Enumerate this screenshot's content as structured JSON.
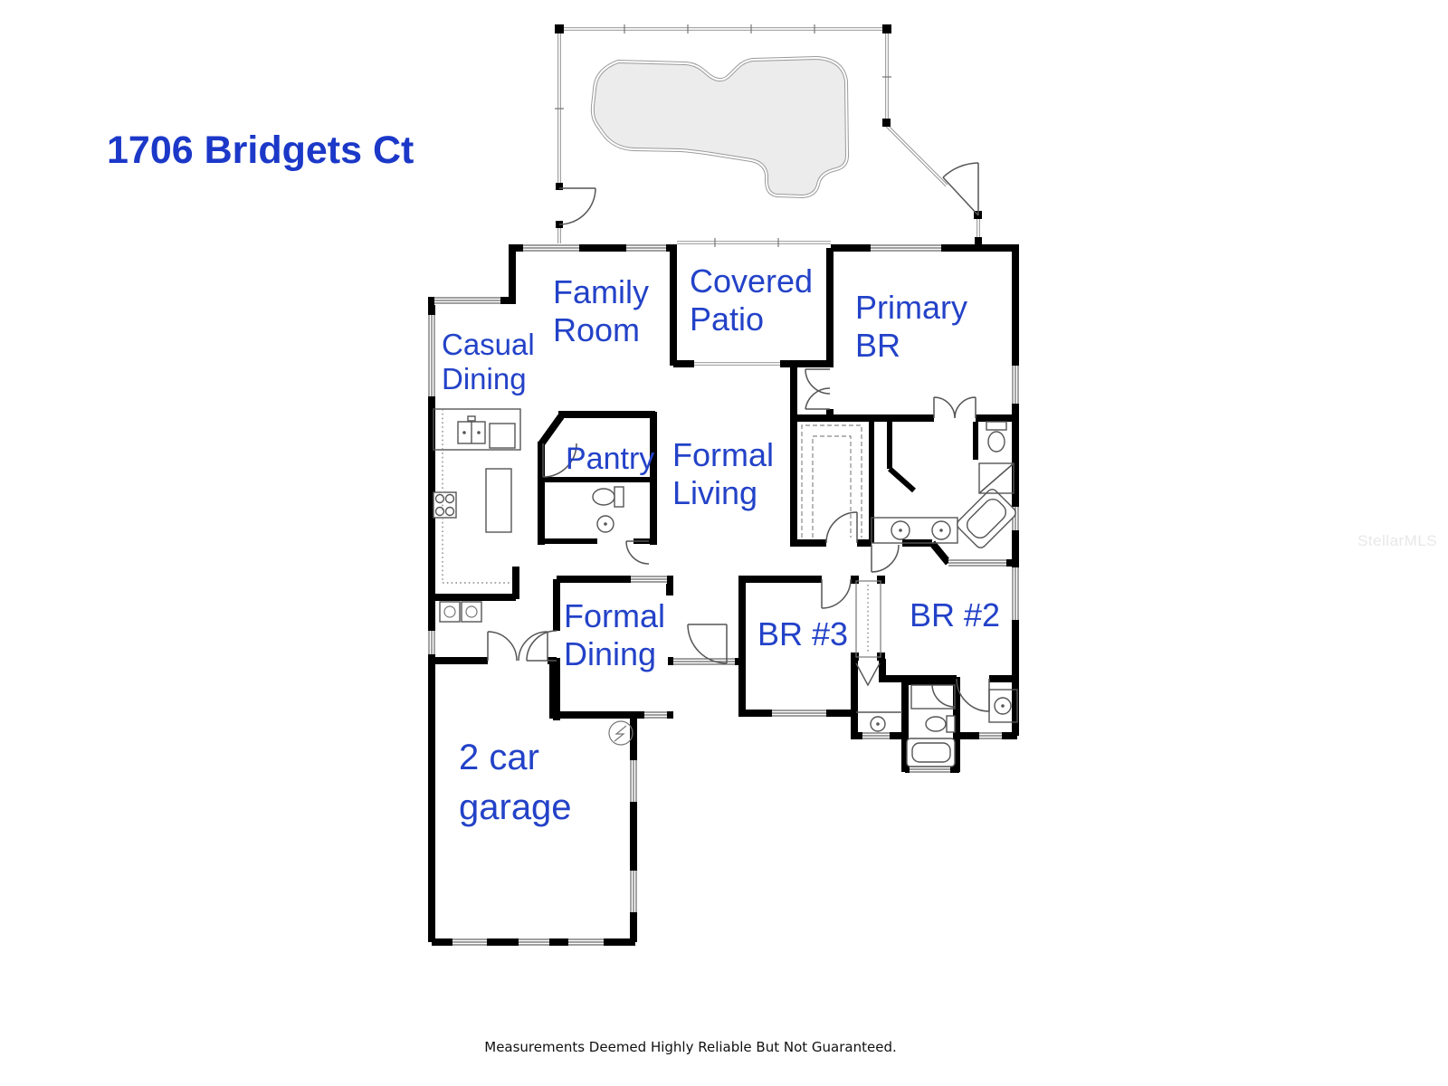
{
  "title": "1706 Bridgets Ct",
  "colors": {
    "title": "#1B38C8",
    "label": "#2342C8",
    "wall": "#000000",
    "pool_fill": "#ececec",
    "watermark": "#E8E8E8",
    "disclaimer": "#111111"
  },
  "rooms": {
    "family_room": {
      "line1": "Family",
      "line2": "Room"
    },
    "covered_patio": {
      "line1": "Covered",
      "line2": "Patio"
    },
    "primary_br": {
      "line1": "Primary",
      "line2": "BR"
    },
    "casual_dining": {
      "line1": "Casual",
      "line2": "Dining"
    },
    "pantry": {
      "line1": "Pantry"
    },
    "formal_living": {
      "line1": "Formal",
      "line2": "Living"
    },
    "formal_dining": {
      "line1": "Formal",
      "line2": "Dining"
    },
    "br3": {
      "line1": "BR #3"
    },
    "br2": {
      "line1": "BR #2"
    },
    "garage": {
      "line1": "2 car",
      "line2": "garage"
    }
  },
  "watermark": "StellarMLS",
  "disclaimer": "Measurements Deemed Highly Reliable But Not Guaranteed."
}
